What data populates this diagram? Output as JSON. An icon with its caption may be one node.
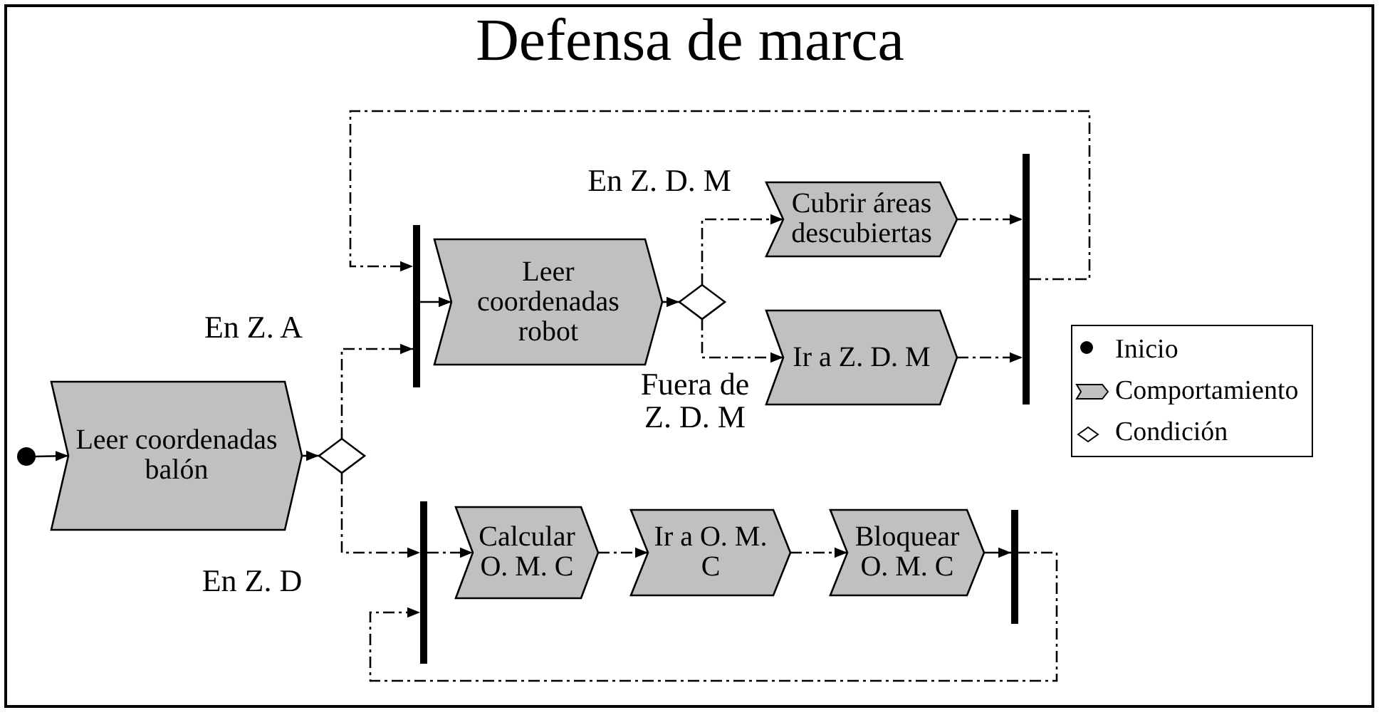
{
  "diagram": {
    "title": "Defensa de marca",
    "nodes": [
      {
        "text": [],
        "shape": "circle"
      },
      {
        "text": [
          "Leer coordenadas balón"
        ]
      },
      {
        "text": [],
        "shape": "diamond"
      },
      {
        "text": [],
        "shape": "bar"
      },
      {
        "text": [
          "Leer coordenadas robot"
        ]
      },
      {
        "text": [],
        "shape": "diamond"
      },
      {
        "text": [
          "Cubrir áreas descubiertas"
        ]
      },
      {
        "text": [
          "Ir a Z. D. M"
        ]
      },
      {
        "text": [],
        "shape": "bar"
      },
      {
        "text": [],
        "shape": "bar"
      },
      {
        "text": [
          "Calcular O. M. C"
        ]
      },
      {
        "text": [
          "Ir a O. M. C"
        ]
      },
      {
        "text": [
          "Bloquear O. M. C"
        ]
      },
      {
        "text": [],
        "shape": "bar"
      }
    ],
    "edges": [
      {
        "from": 0,
        "to": 1,
        "arrow": "to"
      },
      {
        "from": 1,
        "to": 2,
        "arrow": "to"
      },
      {
        "from": 2,
        "to": 3,
        "arrow": "to",
        "label": "En Z. A",
        "style": "dashed"
      },
      {
        "from": 2,
        "to": 9,
        "arrow": "to",
        "label": "En Z. D",
        "style": "dashed"
      },
      {
        "from": 3,
        "to": 4,
        "arrow": "to"
      },
      {
        "from": 4,
        "to": 5,
        "arrow": "to"
      },
      {
        "from": 5,
        "to": 6,
        "arrow": "to",
        "label": "En Z. D. M",
        "style": "dashed"
      },
      {
        "from": 5,
        "to": 7,
        "arrow": "to",
        "label": "Fuera de Z. D. M",
        "style": "dashed"
      },
      {
        "from": 6,
        "to": 8,
        "arrow": "to",
        "style": "dashed"
      },
      {
        "from": 7,
        "to": 8,
        "arrow": "to",
        "style": "dashed"
      },
      {
        "from": 8,
        "to": 3,
        "arrow": "to",
        "style": "dashed"
      },
      {
        "from": 9,
        "to": 10,
        "arrow": "to",
        "style": "dashed"
      },
      {
        "from": 10,
        "to": 11,
        "arrow": "to",
        "style": "dashed"
      },
      {
        "from": 11,
        "to": 12,
        "arrow": "to",
        "style": "dashed"
      },
      {
        "from": 12,
        "to": 13,
        "arrow": "to"
      },
      {
        "from": 13,
        "to": 9,
        "arrow": "to",
        "style": "dashed"
      }
    ],
    "legend": [
      {
        "text": "Inicio"
      },
      {
        "text": "Comportamiento"
      },
      {
        "text": "Condición"
      }
    ]
  }
}
